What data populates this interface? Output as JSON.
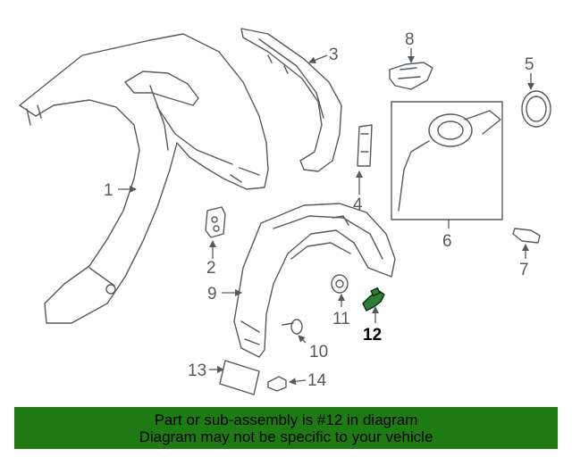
{
  "diagram": {
    "callouts": [
      {
        "id": "1",
        "label": "1"
      },
      {
        "id": "2",
        "label": "2"
      },
      {
        "id": "3",
        "label": "3"
      },
      {
        "id": "4",
        "label": "4"
      },
      {
        "id": "5",
        "label": "5"
      },
      {
        "id": "6",
        "label": "6"
      },
      {
        "id": "7",
        "label": "7"
      },
      {
        "id": "8",
        "label": "8"
      },
      {
        "id": "9",
        "label": "9"
      },
      {
        "id": "10",
        "label": "10"
      },
      {
        "id": "11",
        "label": "11"
      },
      {
        "id": "12",
        "label": "12"
      },
      {
        "id": "13",
        "label": "13"
      },
      {
        "id": "14",
        "label": "14"
      }
    ],
    "highlighted_part": "12",
    "colors": {
      "line": "#555a5e",
      "highlight": "#2e7d32",
      "banner": "#1e7a12"
    }
  },
  "banner": {
    "line1": "Part or sub-assembly is #12 in diagram",
    "line2": "Diagram may not be specific to your vehicle"
  }
}
